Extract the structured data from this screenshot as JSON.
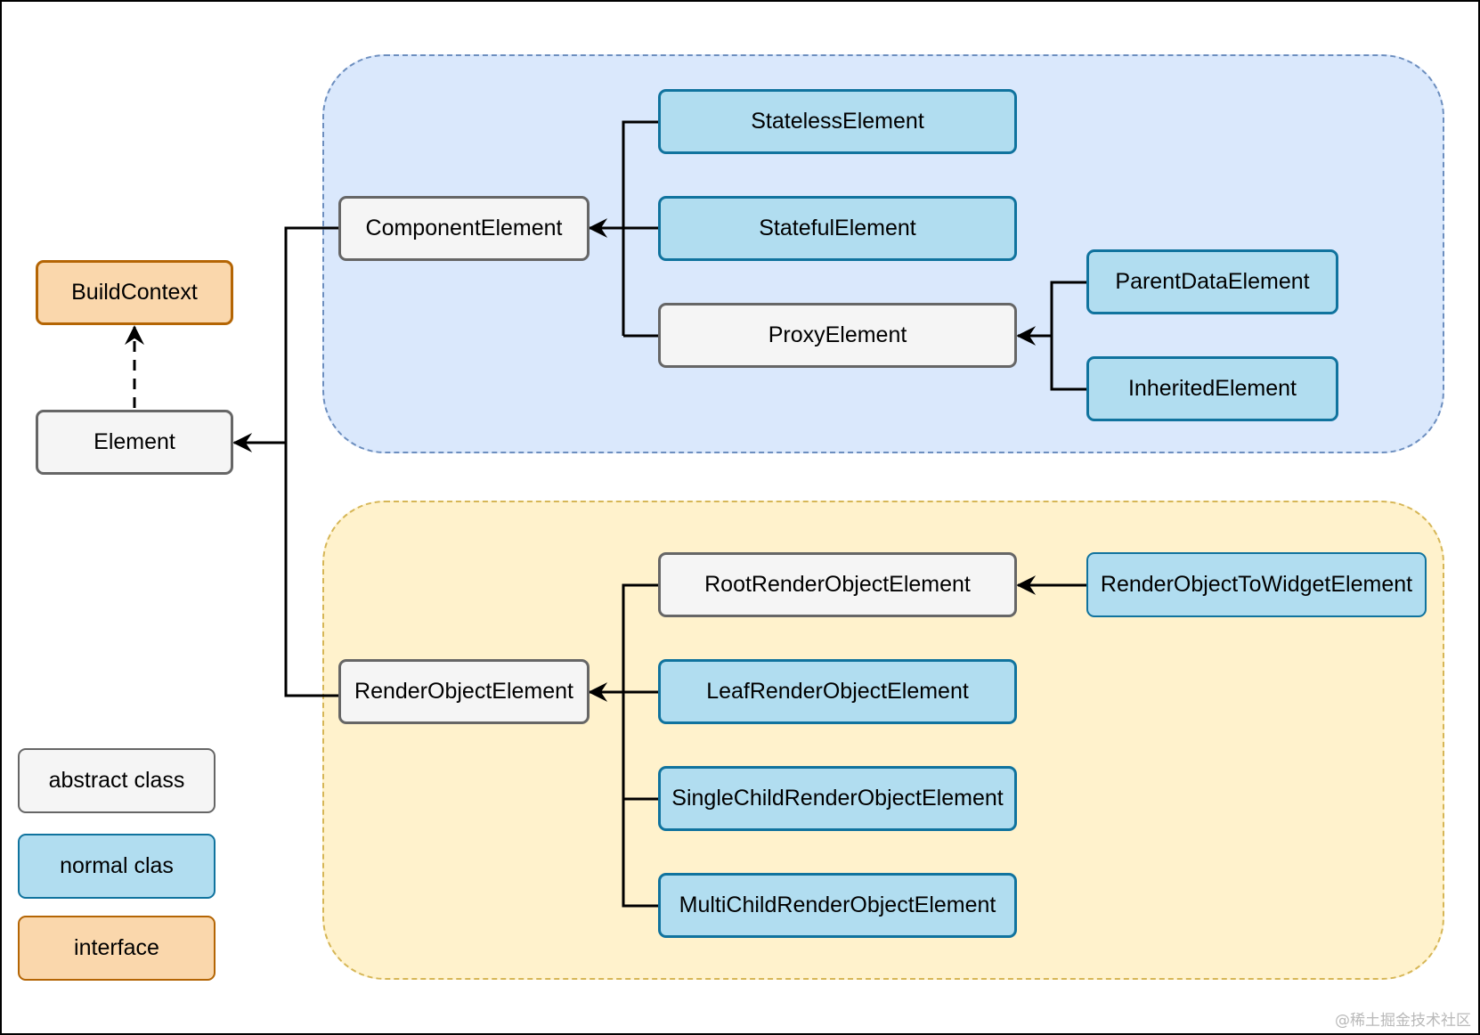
{
  "nodes": {
    "build_context": "BuildContext",
    "element": "Element",
    "component_element": "ComponentElement",
    "stateless_element": "StatelessElement",
    "stateful_element": "StatefulElement",
    "proxy_element": "ProxyElement",
    "parent_data_element": "ParentDataElement",
    "inherited_element": "InheritedElement",
    "render_object_element": "RenderObjectElement",
    "root_render_object_element": "RootRenderObjectElement",
    "render_object_to_widget_element": "RenderObjectToWidgetElement",
    "leaf_render_object_element": "LeafRenderObjectElement",
    "single_child_render_object_element": "SingleChildRenderObjectElement",
    "multi_child_render_object_element": "MultiChildRenderObjectElement"
  },
  "legend": {
    "abstract": "abstract class",
    "normal": "normal clas",
    "interface": "interface"
  },
  "watermark": "@稀土掘金技术社区",
  "colors": {
    "abstract_fill": "#f5f5f5",
    "abstract_stroke": "#666666",
    "normal_fill": "#b1ddf0",
    "normal_stroke": "#10739e",
    "interface_fill": "#fad7ac",
    "interface_stroke": "#b46504",
    "group_blue_fill": "#dae8fc",
    "group_blue_stroke": "#6c8ebf",
    "group_yellow_fill": "#fff2cc",
    "group_yellow_stroke": "#d6b656"
  }
}
